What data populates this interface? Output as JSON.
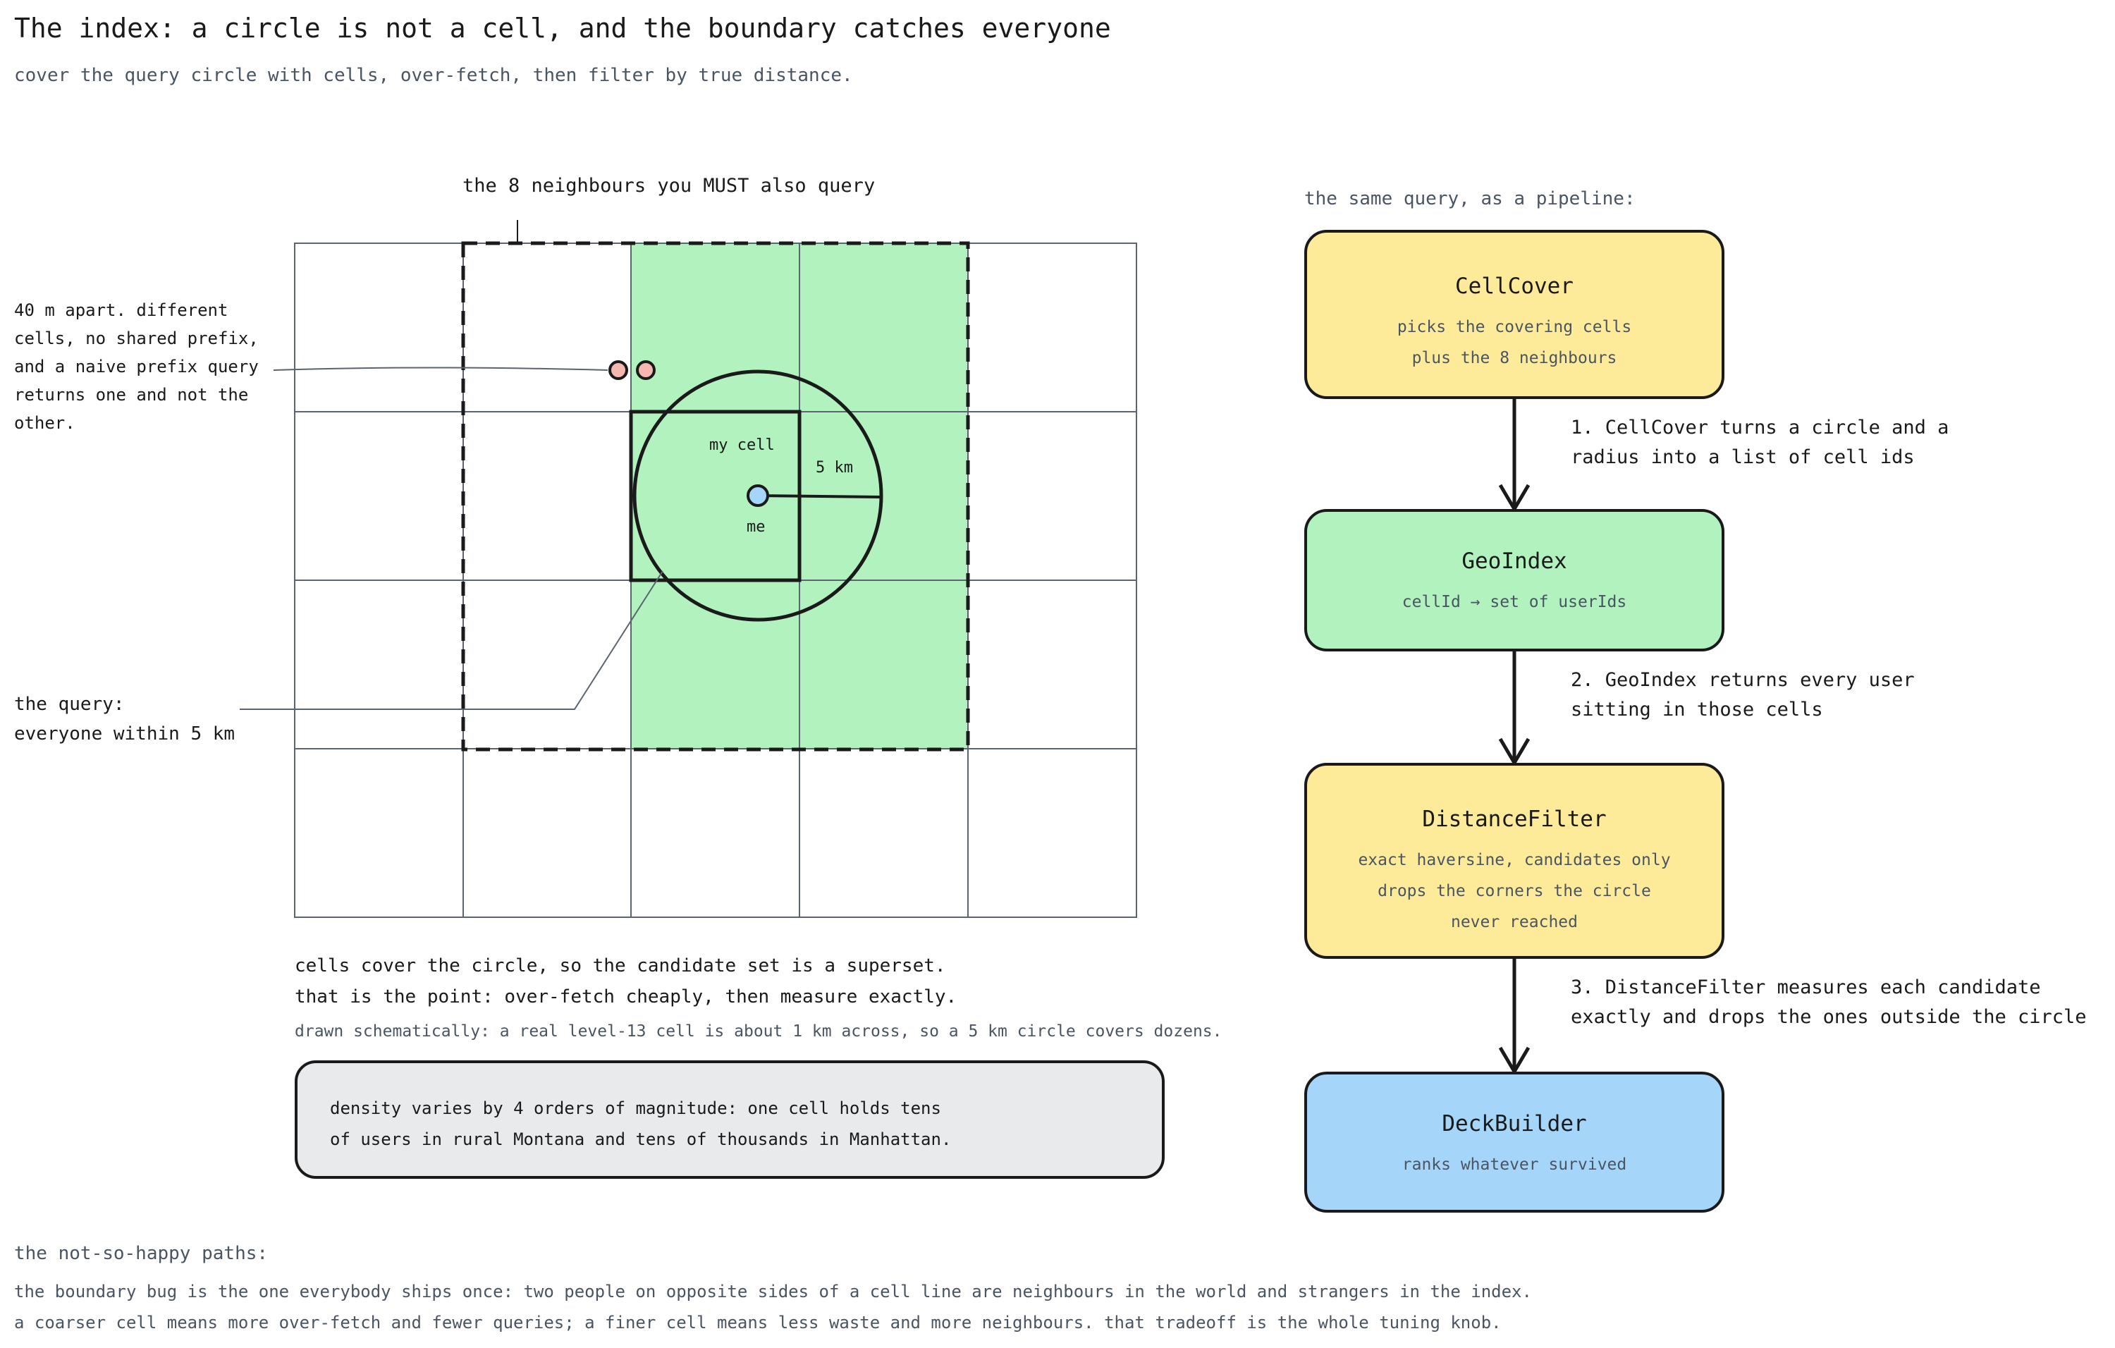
{
  "header": {
    "title": "The index: a circle is not a cell, and the boundary catches everyone",
    "subtitle": "cover the query circle with cells, over-fetch, then filter by true distance."
  },
  "grid": {
    "neighbours_label": "the 8 neighbours you MUST also query",
    "my_cell_label": "my cell",
    "radius_label": "5 km",
    "me_label": "me",
    "colors": {
      "neighbour_fill": "#b1f2bf",
      "point_pink": "#f4b8b0",
      "point_blue": "#a6d5fa",
      "line": "#5b6470"
    }
  },
  "annotations": {
    "forty_m": [
      "40 m apart. different",
      "cells, no shared prefix,",
      "and a naive prefix query",
      "returns one and not the",
      "other."
    ],
    "query": [
      "the query:",
      "everyone within 5 km"
    ]
  },
  "captions": {
    "line1": "cells cover the circle, so the candidate set is a superset.",
    "line2": "that is the point: over-fetch cheaply, then measure exactly.",
    "line3": "drawn schematically: a real level-13 cell is about 1 km across, so a 5 km circle covers dozens."
  },
  "density": {
    "line1": "density varies by 4 orders of magnitude: one cell holds tens",
    "line2": "of users in rural Montana and tens of thousands in Manhattan."
  },
  "pipeline": {
    "heading": "the same query, as a pipeline:",
    "boxes": [
      {
        "title": "CellCover",
        "lines": [
          "picks the covering cells",
          "plus the 8 neighbours"
        ],
        "color": "#feeb9a"
      },
      {
        "title": "GeoIndex",
        "lines": [
          "cellId → set of userIds"
        ],
        "color": "#b1f2bf"
      },
      {
        "title": "DistanceFilter",
        "lines": [
          "exact haversine, candidates only",
          "drops the corners the circle",
          "never reached"
        ],
        "color": "#feeb9a"
      },
      {
        "title": "DeckBuilder",
        "lines": [
          "ranks whatever survived"
        ],
        "color": "#a6d5fa"
      }
    ],
    "steps": [
      [
        "1. CellCover turns a circle and a",
        "radius into a list of cell ids"
      ],
      [
        "2. GeoIndex returns every user",
        "sitting in those cells"
      ],
      [
        "3. DistanceFilter measures each candidate",
        "exactly and drops the ones outside the circle"
      ]
    ]
  },
  "footer": {
    "heading": "the not-so-happy paths:",
    "line1": "the boundary bug is the one everybody ships once: two people on opposite sides of a cell line are neighbours in the world and strangers in the index.",
    "line2": "a coarser cell means more over-fetch and fewer queries; a finer cell means less waste and more neighbours. that tradeoff is the whole tuning knob."
  }
}
